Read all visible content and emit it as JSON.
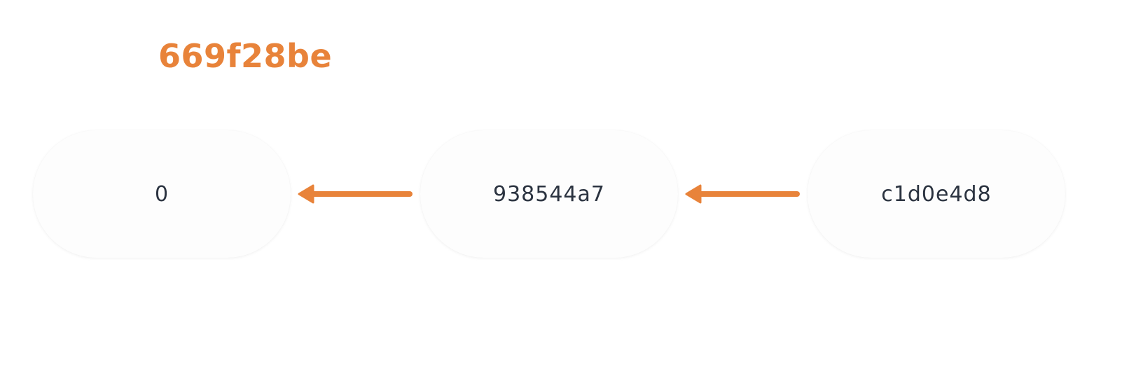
{
  "header": {
    "label": "669f28be"
  },
  "nodes": [
    {
      "label": "0"
    },
    {
      "label": "938544a7"
    },
    {
      "label": "c1d0e4d8"
    }
  ],
  "colors": {
    "accent": "#E8833A",
    "node_text": "#2B3340",
    "node_fill": "#FDFDFD"
  }
}
